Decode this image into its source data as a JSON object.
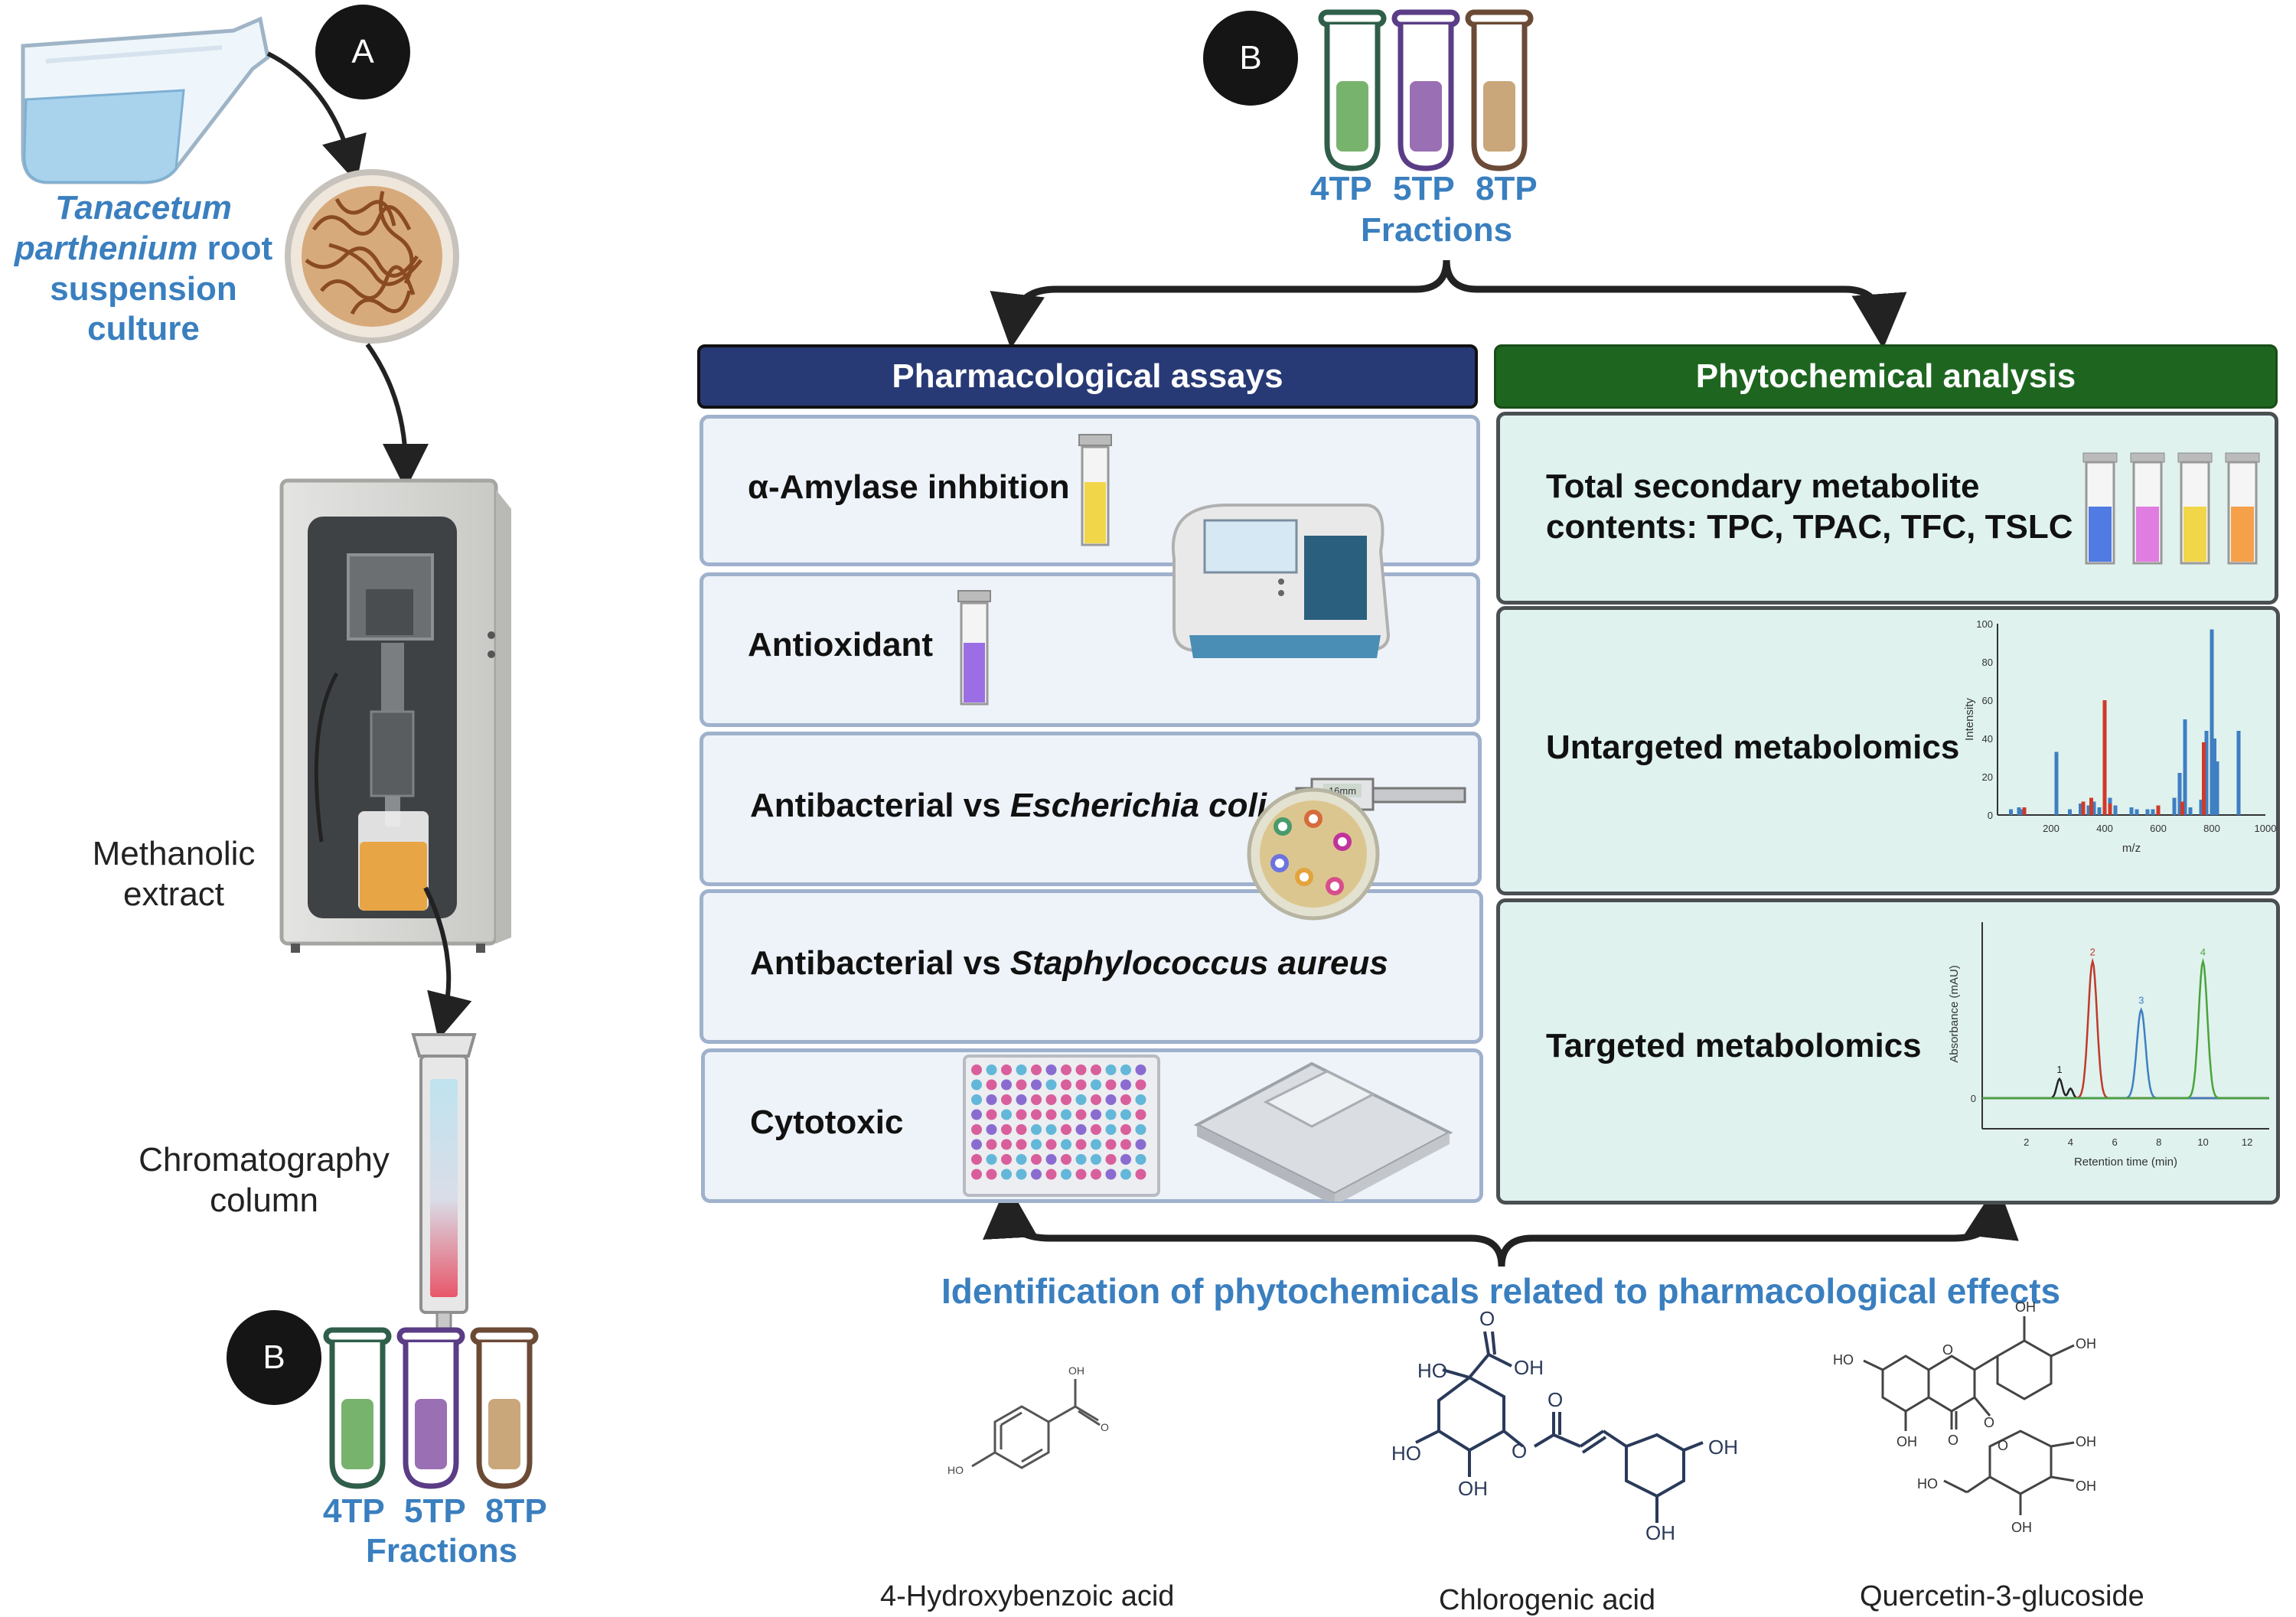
{
  "badges": {
    "a": "A",
    "b": "B"
  },
  "left": {
    "culture_italic": "Tanacetum parthenium",
    "culture_root": "root",
    "culture_line2": "suspension",
    "culture_line3": "culture",
    "extract_line1": "Methanolic",
    "extract_line2": "extract",
    "column_line1": "Chromatography",
    "column_line2": "column"
  },
  "fractions": {
    "tubes": [
      {
        "label": "4TP",
        "outline": "#2f5e4a",
        "liquid": "#78b36e"
      },
      {
        "label": "5TP",
        "outline": "#5a3d86",
        "liquid": "#9a6fb4"
      },
      {
        "label": "8TP",
        "outline": "#6b4a36",
        "liquid": "#c9a77a"
      }
    ],
    "caption": "Fractions"
  },
  "pharma": {
    "header": "Pharmacological assays",
    "header_color": "#283a75",
    "rows": [
      {
        "plain": "α-Amylase inhbition",
        "italic": ""
      },
      {
        "plain": "Antioxidant",
        "italic": ""
      },
      {
        "plain": "Antibacterial vs ",
        "italic": "Escherichia coli"
      },
      {
        "plain": "Antibacterial vs ",
        "italic": "Staphylococcus aureus"
      },
      {
        "plain": "Cytotoxic",
        "italic": ""
      }
    ],
    "calliper_readout": "16mm"
  },
  "phyto": {
    "header": "Phytochemical analysis",
    "header_color": "#1e6620",
    "row1_line1": "Total secondary metabolite",
    "row1_line2": "contents: TPC, TPAC, TFC, TSLC",
    "row2": "Untargeted metabolomics",
    "row3": "Targeted metabolomics"
  },
  "identification": "Identification of phytochemicals related to pharmacological effects",
  "compounds": [
    {
      "name": "4-Hydroxybenzoic acid"
    },
    {
      "name": "Chlorogenic acid"
    },
    {
      "name": "Quercetin-3-glucoside"
    }
  ],
  "chart_data": [
    {
      "type": "bar",
      "xlabel": "m/z",
      "ylabel": "Intensity",
      "xlim": [
        0,
        1000
      ],
      "ylim": [
        0,
        100
      ],
      "xticks": [
        200,
        400,
        600,
        800,
        1000
      ],
      "yticks": [
        0,
        20,
        40,
        60,
        80,
        100
      ],
      "series": [
        {
          "color": "#3f7fc2",
          "points": [
            [
              50,
              3
            ],
            [
              80,
              4
            ],
            [
              90,
              3
            ],
            [
              220,
              33
            ],
            [
              270,
              3
            ],
            [
              310,
              6
            ],
            [
              340,
              5
            ],
            [
              360,
              7
            ],
            [
              380,
              4
            ],
            [
              420,
              9
            ],
            [
              440,
              5
            ],
            [
              500,
              4
            ],
            [
              520,
              3
            ],
            [
              560,
              3
            ],
            [
              580,
              3
            ],
            [
              660,
              9
            ],
            [
              680,
              22
            ],
            [
              700,
              50
            ],
            [
              720,
              4
            ],
            [
              760,
              8
            ],
            [
              780,
              44
            ],
            [
              800,
              97
            ],
            [
              810,
              40
            ],
            [
              820,
              28
            ],
            [
              900,
              44
            ]
          ]
        },
        {
          "color": "#cf3a2a",
          "points": [
            [
              100,
              4
            ],
            [
              320,
              7
            ],
            [
              350,
              9
            ],
            [
              400,
              60
            ],
            [
              420,
              6
            ],
            [
              600,
              5
            ],
            [
              690,
              7
            ],
            [
              770,
              38
            ]
          ]
        }
      ]
    },
    {
      "type": "line",
      "xlabel": "Retention time (min)",
      "ylabel": "Absorbance (mAU)",
      "xlim": [
        0,
        13
      ],
      "xticks": [
        2,
        4,
        6,
        8,
        10,
        12
      ],
      "yticks": [
        0
      ],
      "peak_labels": [
        "1",
        "2",
        "3",
        "4"
      ],
      "series": [
        {
          "color": "#222222",
          "peak_rt": 3.5,
          "peak_height": 0.12
        },
        {
          "color": "#c0392b",
          "peak_rt": 5.0,
          "peak_height": 0.85
        },
        {
          "color": "#3f7fc2",
          "peak_rt": 7.2,
          "peak_height": 0.55
        },
        {
          "color": "#4aa33b",
          "peak_rt": 10.0,
          "peak_height": 0.85
        }
      ]
    }
  ]
}
